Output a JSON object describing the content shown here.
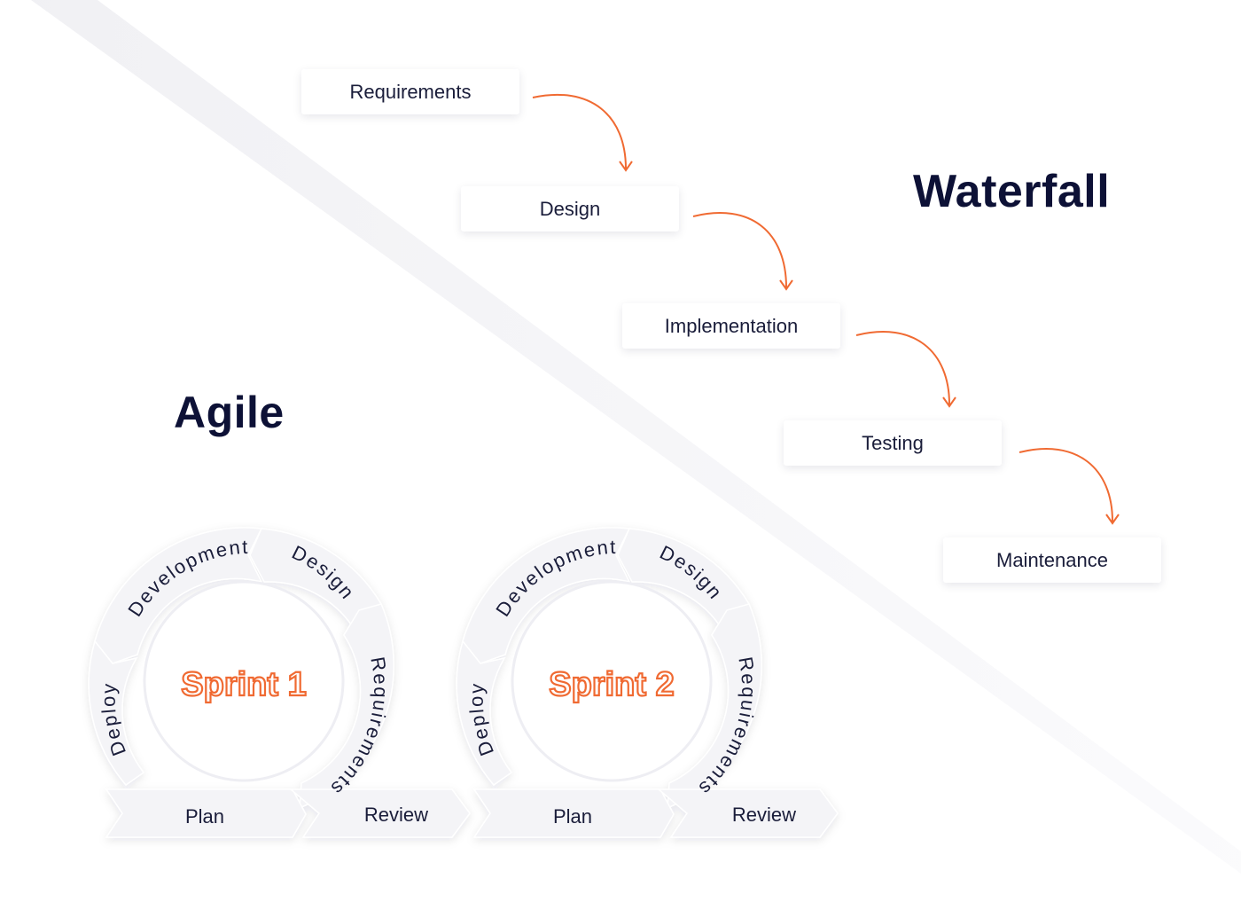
{
  "waterfall": {
    "title": "Waterfall",
    "steps": [
      "Requirements",
      "Design",
      "Implementation",
      "Testing",
      "Maintenance"
    ]
  },
  "agile": {
    "title": "Agile",
    "sprints": [
      {
        "name": "Sprint 1",
        "segments": {
          "development": "Development",
          "design": "Design",
          "requirements": "Requirements",
          "deploy": "Deploy"
        },
        "plan": "Plan",
        "review": "Review"
      },
      {
        "name": "Sprint 2",
        "segments": {
          "development": "Development",
          "design": "Design",
          "requirements": "Requirements",
          "deploy": "Deploy"
        },
        "plan": "Plan",
        "review": "Review"
      }
    ]
  },
  "colors": {
    "accent": "#f06a32",
    "ink": "#0d1136",
    "text": "#1a1d3a",
    "shape": "#f4f4f7"
  }
}
